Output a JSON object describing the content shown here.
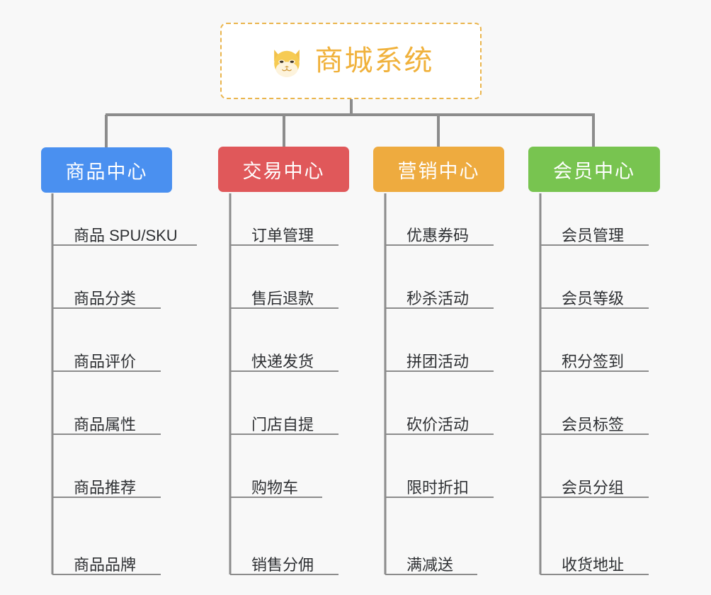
{
  "diagram": {
    "type": "tree",
    "title": "商城系统",
    "background_color": "#f8f8f8",
    "root": {
      "label": "商城系统",
      "icon": "shiba-dog-emoji",
      "text_color": "#f0b13b",
      "border_color": "#eab54d",
      "border_style": "dashed",
      "fill_color": "#ffffff"
    },
    "connector_color": "#8c8c8c",
    "branches": [
      {
        "label": "商品中心",
        "color": "#4a90f0",
        "items": [
          "商品 SPU/SKU",
          "商品分类",
          "商品评价",
          "商品属性",
          "商品推荐",
          "商品品牌"
        ]
      },
      {
        "label": "交易中心",
        "color": "#e0585a",
        "items": [
          "订单管理",
          "售后退款",
          "快递发货",
          "门店自提",
          "购物车",
          "销售分佣"
        ]
      },
      {
        "label": "营销中心",
        "color": "#eeab3f",
        "items": [
          "优惠券码",
          "秒杀活动",
          "拼团活动",
          "砍价活动",
          "限时折扣",
          "满减送"
        ]
      },
      {
        "label": "会员中心",
        "color": "#78c450",
        "items": [
          "会员管理",
          "会员等级",
          "积分签到",
          "会员标签",
          "会员分组",
          "收货地址"
        ]
      }
    ]
  }
}
